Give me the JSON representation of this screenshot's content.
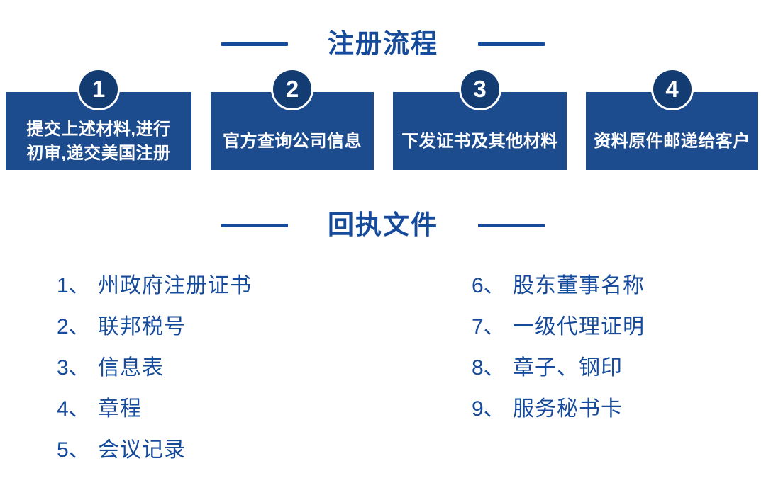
{
  "colors": {
    "accent": "#164a9b",
    "box": "#1c4b8e",
    "circle": "#123c72",
    "step_text": "#ffffff"
  },
  "process": {
    "title": "注册流程",
    "steps": [
      {
        "number": "1",
        "text": "提交上述材料,进行\n初审,递交美国注册"
      },
      {
        "number": "2",
        "text": "官方查询公司信息"
      },
      {
        "number": "3",
        "text": "下发证书及其他材料"
      },
      {
        "number": "4",
        "text": "资料原件邮递给客户"
      }
    ]
  },
  "documents": {
    "title": "回执文件",
    "left_items": [
      {
        "number": "1、",
        "label": "州政府注册证书"
      },
      {
        "number": "2、",
        "label": "联邦税号"
      },
      {
        "number": "3、",
        "label": "信息表"
      },
      {
        "number": "4、",
        "label": "章程"
      },
      {
        "number": "5、",
        "label": "会议记录"
      }
    ],
    "right_items": [
      {
        "number": "6、",
        "label": "股东董事名称"
      },
      {
        "number": "7、",
        "label": "一级代理证明"
      },
      {
        "number": "8、",
        "label": "章子、钢印"
      },
      {
        "number": "9、",
        "label": "服务秘书卡"
      }
    ]
  }
}
